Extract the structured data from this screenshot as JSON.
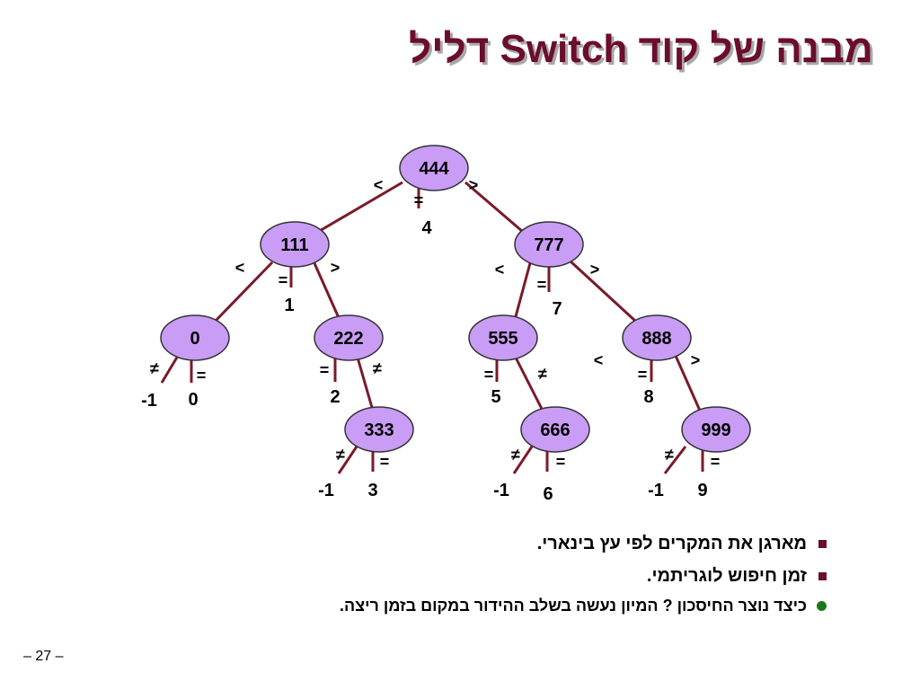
{
  "title": "מבנה של קוד Switch דליל",
  "colors": {
    "edge": "#7a1a2a",
    "node_fill": "#c99cf5",
    "node_stroke": "#333333",
    "title": "#6b0d2c",
    "bullet_square": "#6b0d2c",
    "bullet_dot": "#1a7a1a"
  },
  "tree": {
    "nodes": [
      {
        "id": "n444",
        "label": "444",
        "eq": "=",
        "value": "4",
        "lt": "<",
        "gt": ">"
      },
      {
        "id": "n111",
        "label": "111",
        "eq": "=",
        "value": "1",
        "lt": "<",
        "gt": ">"
      },
      {
        "id": "n777",
        "label": "777",
        "eq": "=",
        "value": "7",
        "lt": "<",
        "gt": ">"
      },
      {
        "id": "n0",
        "label": "0",
        "eq": "=",
        "value": "0",
        "ne": "≠",
        "ne_value": "-1"
      },
      {
        "id": "n222",
        "label": "222",
        "eq": "=",
        "value": "2",
        "ne": "≠"
      },
      {
        "id": "n555",
        "label": "555",
        "eq": "=",
        "value": "5",
        "ne": "≠"
      },
      {
        "id": "n888",
        "label": "888",
        "eq": "=",
        "value": "8",
        "lt": "<",
        "gt": ">"
      },
      {
        "id": "n333",
        "label": "333",
        "eq": "=",
        "value": "3",
        "ne": "≠",
        "ne_value": "-1"
      },
      {
        "id": "n666",
        "label": "666",
        "eq": "=",
        "value": "6",
        "ne": "≠",
        "ne_value": "-1"
      },
      {
        "id": "n999",
        "label": "999",
        "eq": "=",
        "value": "9",
        "ne": "≠",
        "ne_value": "-1"
      }
    ]
  },
  "bullets": [
    {
      "text": "מארגן את המקרים לפי עץ בינארי.",
      "sub": []
    },
    {
      "text": "זמן חיפוש לוגריתמי.",
      "sub": [
        "כיצד נוצר החיסכון ? המיון נעשה בשלב ההידור במקום בזמן ריצה."
      ]
    }
  ],
  "page_number": "– 27 –"
}
